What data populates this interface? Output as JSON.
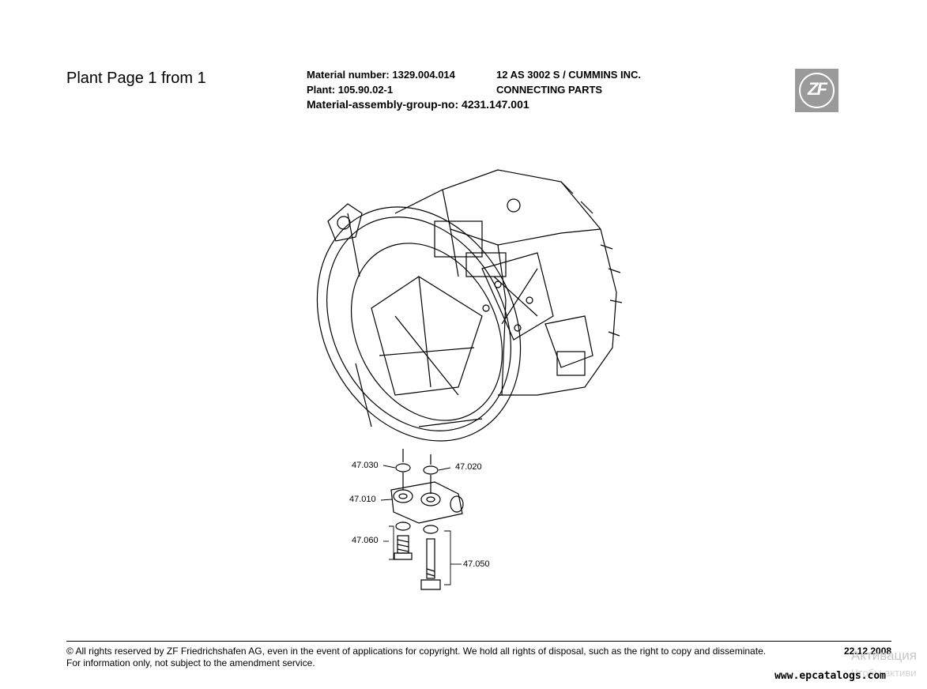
{
  "header": {
    "page_title": "Plant Page 1 from 1",
    "material_number": "Material number: 1329.004.014",
    "plant": "Plant: 105.90.02-1",
    "assembly_group": "Material-assembly-group-no: 4231.147.001",
    "model": "12 AS 3002 S / CUMMINS INC.",
    "group_name": "CONNECTING PARTS",
    "logo_text": "ZF"
  },
  "callouts": [
    "47.030",
    "47.020",
    "47.010",
    "47.060",
    "47.050"
  ],
  "footer": {
    "copyright": "© All rights reserved by ZF Friedrichshafen AG, even in the event of applications for copyright. We hold all rights of disposal, such as the right to copy and disseminate.",
    "note": "For information only, not subject to the amendment service.",
    "date": "22.12.2008",
    "site": "www.epcatalogs.com"
  },
  "watermark": {
    "line1": "Активация",
    "line2": "Чтобы активи"
  },
  "colors": {
    "logo_bg": "#9a9a9a",
    "ink": "#000000"
  }
}
